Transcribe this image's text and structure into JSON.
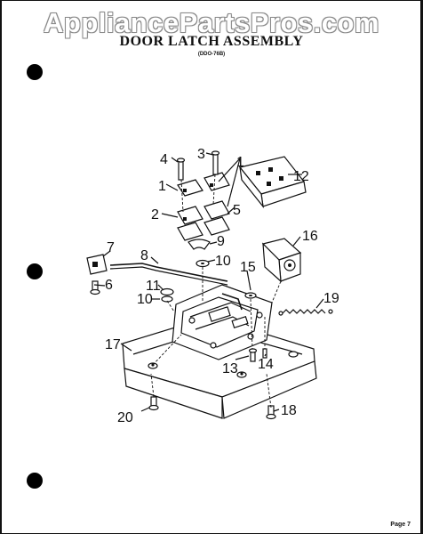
{
  "header": {
    "watermark": "AppliancePartsPros.com",
    "title": "DOOR LATCH ASSEMBLY",
    "subtitle": "(DDO-76B)"
  },
  "diagram": {
    "callouts": [
      "1",
      "1",
      "2",
      "3",
      "4",
      "5",
      "7",
      "6",
      "8",
      "9",
      "10",
      "10",
      "11",
      "12",
      "13",
      "14",
      "15",
      "16",
      "17",
      "18",
      "19",
      "20"
    ]
  },
  "footer": {
    "page_label": "Page 7"
  }
}
